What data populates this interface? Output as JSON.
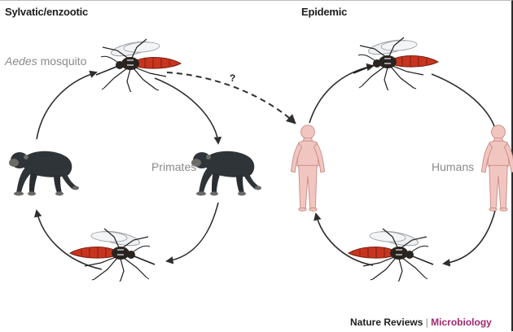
{
  "panels": {
    "left_title": "Sylvatic/enzootic",
    "right_title": "Epidemic"
  },
  "labels": {
    "vector_italic": "Aedes",
    "vector_rest": " mosquito",
    "host_left": "Primates",
    "host_right": "Humans",
    "unknown_transfer": "?"
  },
  "credit": {
    "journal": "Nature Reviews",
    "separator": " | ",
    "section": "Microbiology"
  },
  "colors": {
    "arrow": "#2f2f2f",
    "mosquito_abdomen": "#c8351f",
    "mosquito_thorax": "#2a2420",
    "primate_fur": "#2f3438",
    "human_skin": "#f2c6c0",
    "human_outline": "#c98d86",
    "accent": "#a2276f",
    "annotation_text": "#8a8a8a"
  }
}
